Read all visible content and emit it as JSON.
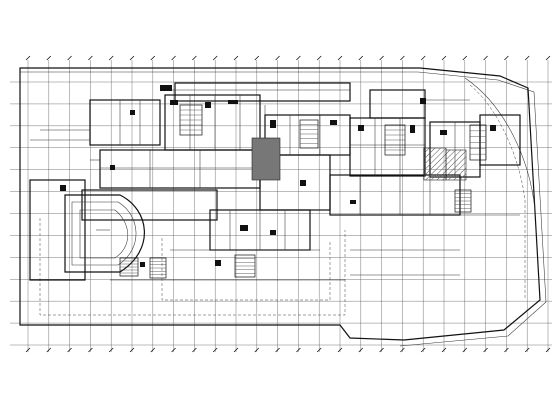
{
  "drawing": {
    "type": "architectural-floor-plan",
    "line_color": "#111111",
    "background": "#ffffff",
    "hatch_color": "#555555",
    "axis_columns": 26,
    "axis_rows": 13
  }
}
